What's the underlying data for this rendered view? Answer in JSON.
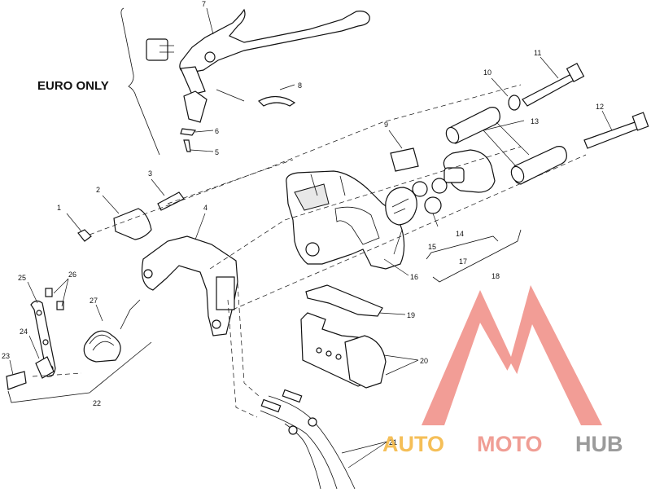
{
  "figure": {
    "region_label": "EURO ONLY",
    "callouts": {
      "c1": "1",
      "c2": "2",
      "c3": "3",
      "c4": "4",
      "c5": "5",
      "c6": "6",
      "c7": "7",
      "c8": "8",
      "c9": "9",
      "c10": "10",
      "c11": "11",
      "c12": "12",
      "c13": "13",
      "c14": "14",
      "c15": "15",
      "c16": "16",
      "c17": "17",
      "c18": "18",
      "c19": "19",
      "c20": "20",
      "c21": "21",
      "c22": "22",
      "c23": "23",
      "c24": "24",
      "c25": "25",
      "c26": "26",
      "c27": "27"
    }
  },
  "watermark": {
    "word_part1": "AUTO",
    "word_part2": "MOTO",
    "word_part3": "HUB",
    "colors": {
      "logo": "#f08c84",
      "auto": "#f4b43c",
      "moto": "#ee8e83",
      "hub": "#8a8a8a"
    }
  }
}
